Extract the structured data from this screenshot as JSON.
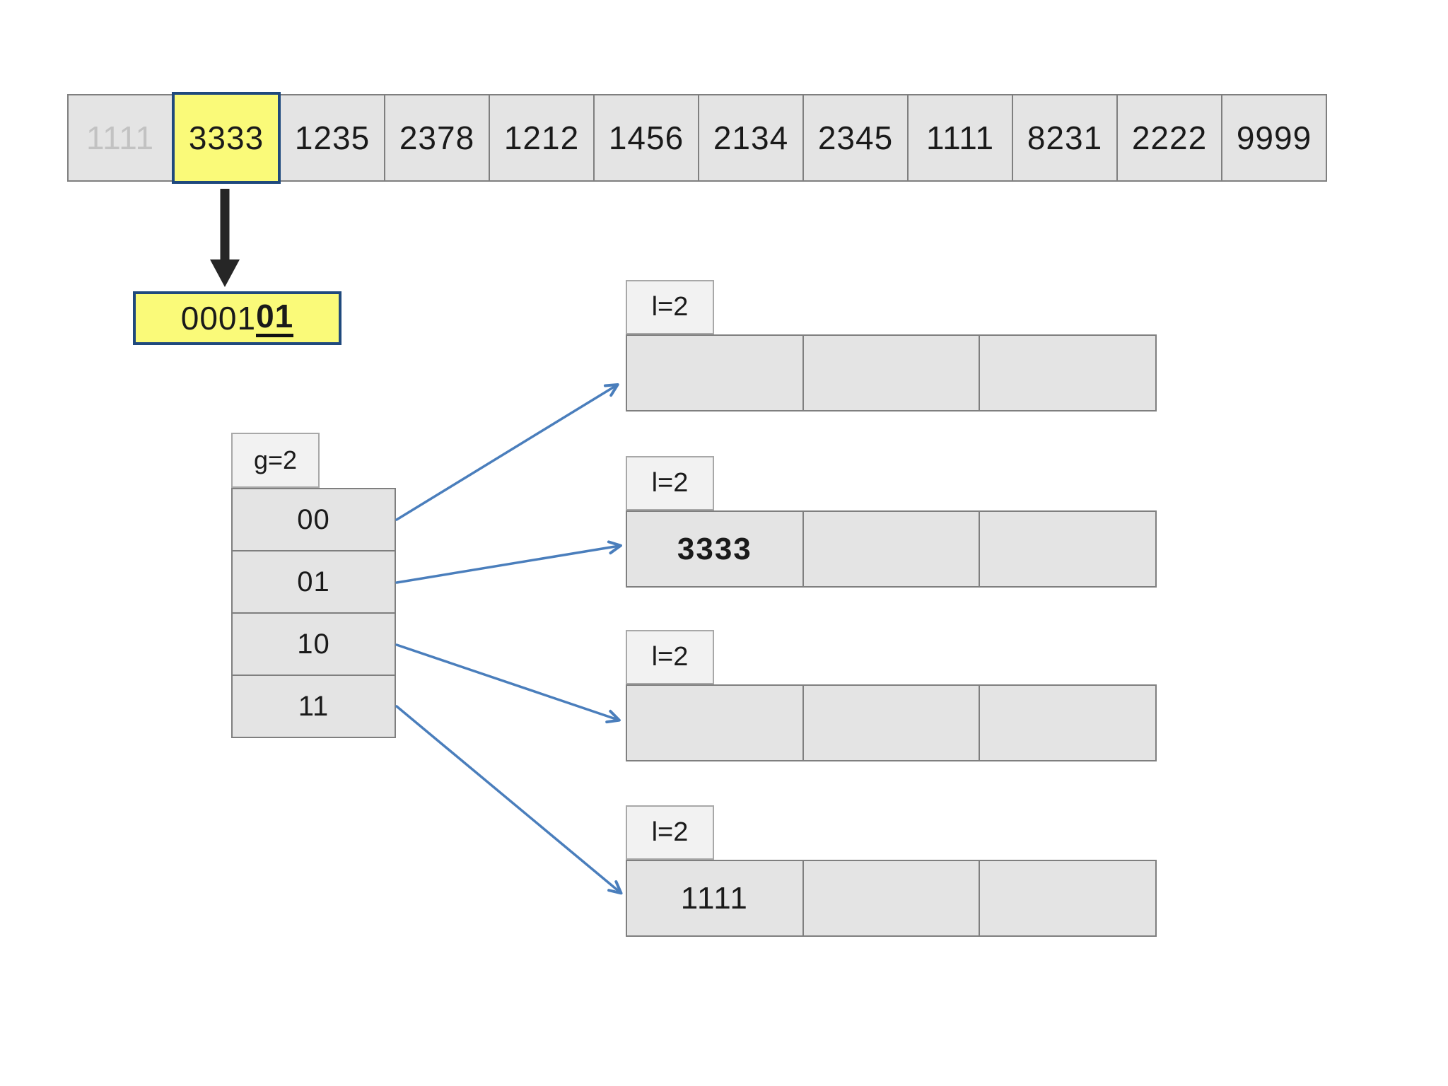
{
  "top_row": {
    "cells": [
      "1111",
      "3333",
      "1235",
      "2378",
      "1212",
      "1456",
      "2134",
      "2345",
      "1111",
      "8231",
      "2222",
      "9999"
    ],
    "faded_index": 0,
    "highlighted_index": 1,
    "highlighted_value": "3333"
  },
  "hash_box": {
    "prefix": "0001",
    "suffix_emphasized": "01"
  },
  "directory": {
    "label": "g=2",
    "entries": [
      "00",
      "01",
      "10",
      "11"
    ]
  },
  "buckets": [
    {
      "label": "l=2",
      "slots": [
        "",
        "",
        ""
      ]
    },
    {
      "label": "l=2",
      "slots": [
        "3333",
        "",
        ""
      ]
    },
    {
      "label": "l=2",
      "slots": [
        "",
        "",
        ""
      ]
    },
    {
      "label": "l=2",
      "slots": [
        "1111",
        "",
        ""
      ]
    }
  ],
  "links": [
    {
      "from": "00",
      "to": "bucket-1"
    },
    {
      "from": "01",
      "to": "bucket-2"
    },
    {
      "from": "10",
      "to": "bucket-3"
    },
    {
      "from": "11",
      "to": "bucket-4"
    }
  ],
  "colors": {
    "cell_fill": "#e4e4e4",
    "cell_border": "#7f7f7f",
    "label_fill": "#f2f2f2",
    "label_border": "#a8a8a8",
    "highlight_yellow": "#fafa79",
    "highlight_border_blue": "#1f497d",
    "arrow_blue": "#4a7ebc",
    "arrow_black": "#262626",
    "faded_text": "#c2c2c2"
  }
}
